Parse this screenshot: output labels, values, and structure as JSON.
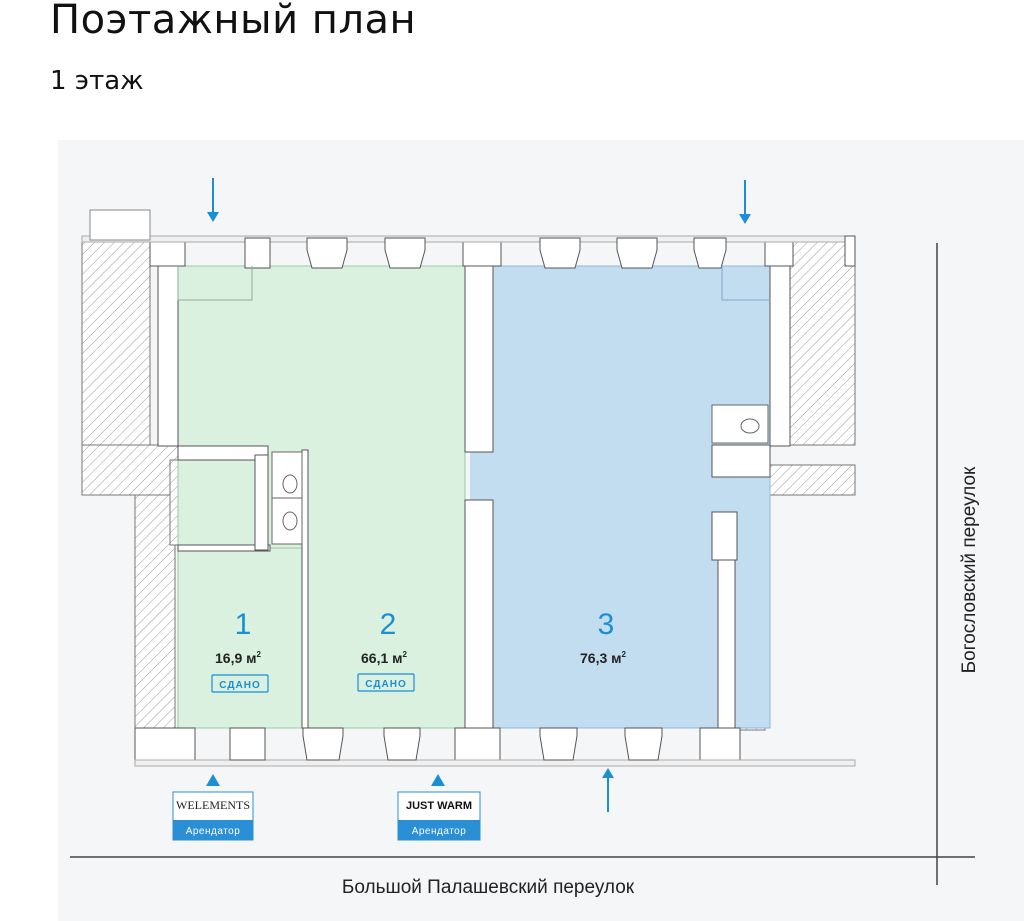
{
  "page": {
    "title": "Поэтажный план",
    "subtitle": "1 этаж"
  },
  "units": [
    {
      "number": "1",
      "area": "16,9 м",
      "area_sup": "2",
      "status": "СДАНО",
      "color": "#d9f1de"
    },
    {
      "number": "2",
      "area": "66,1 м",
      "area_sup": "2",
      "status": "СДАНО",
      "color": "#d9f1de"
    },
    {
      "number": "3",
      "area": "76,3 м",
      "area_sup": "2",
      "status": "",
      "color": "#c3ddf0"
    }
  ],
  "tenants": [
    {
      "name": "WELEMENTS",
      "role": "Арендатор"
    },
    {
      "name": "JUST WARM",
      "role": "Арендатор"
    }
  ],
  "streets": {
    "bottom": "Большой Палашевский переулок",
    "right": "Богословский переулок"
  },
  "colors": {
    "accent": "#1a8fd6",
    "tenant_badge": "#2a8fd4",
    "wall": "#ffffff",
    "wall_hatch": "#9a9a9a"
  }
}
